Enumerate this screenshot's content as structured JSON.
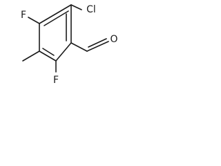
{
  "structure": {
    "atoms": {
      "fluorine_top": "F",
      "chlorine": "Cl",
      "oxygen": "O",
      "fluorine_bottom": "F"
    }
  }
}
